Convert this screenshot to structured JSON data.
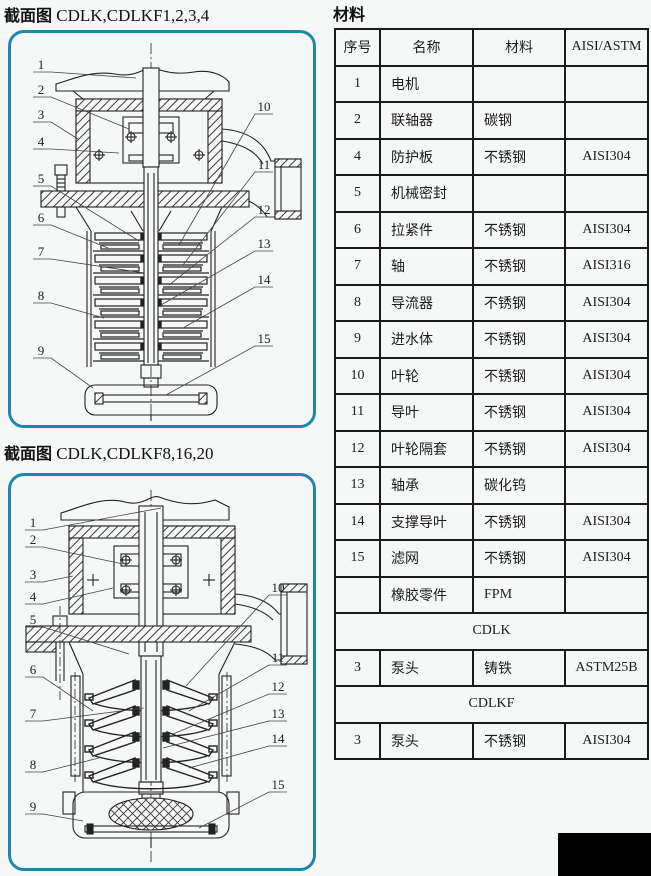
{
  "titles": {
    "section1_cn": "截面图",
    "section1_code": "CDLK,CDLKF1,2,3,4",
    "section2_cn": "截面图",
    "section2_code": "CDLK,CDLKF8,16,20",
    "materials_title": "材料"
  },
  "d1": {
    "callouts": [
      "1",
      "2",
      "3",
      "4",
      "5",
      "6",
      "7",
      "8",
      "9",
      "10",
      "11",
      "12",
      "13",
      "14",
      "15"
    ]
  },
  "d2": {
    "callouts": [
      "1",
      "2",
      "3",
      "4",
      "5",
      "6",
      "7",
      "8",
      "9",
      "10",
      "11",
      "12",
      "13",
      "14",
      "15"
    ]
  },
  "materials_table": {
    "headers": [
      "序号",
      "名称",
      "材料",
      "AISI/ASTM"
    ],
    "rows": [
      {
        "no": "1",
        "name": "电机",
        "material": "",
        "aisi": ""
      },
      {
        "no": "2",
        "name": "联轴器",
        "material": "碳钢",
        "aisi": ""
      },
      {
        "no": "4",
        "name": "防护板",
        "material": "不锈钢",
        "aisi": "AISI304"
      },
      {
        "no": "5",
        "name": "机械密封",
        "material": "",
        "aisi": ""
      },
      {
        "no": "6",
        "name": "拉紧件",
        "material": "不锈钢",
        "aisi": "AISI304"
      },
      {
        "no": "7",
        "name": "轴",
        "material": "不锈钢",
        "aisi": "AISI316"
      },
      {
        "no": "8",
        "name": "导流器",
        "material": "不锈钢",
        "aisi": "AISI304"
      },
      {
        "no": "9",
        "name": "进水体",
        "material": "不锈钢",
        "aisi": "AISI304"
      },
      {
        "no": "10",
        "name": "叶轮",
        "material": "不锈钢",
        "aisi": "AISI304"
      },
      {
        "no": "11",
        "name": "导叶",
        "material": "不锈钢",
        "aisi": "AISI304"
      },
      {
        "no": "12",
        "name": "叶轮隔套",
        "material": "不锈钢",
        "aisi": "AISI304"
      },
      {
        "no": "13",
        "name": "轴承",
        "material": "碳化钨",
        "aisi": ""
      },
      {
        "no": "14",
        "name": "支撑导叶",
        "material": "不锈钢",
        "aisi": "AISI304"
      },
      {
        "no": "15",
        "name": "滤网",
        "material": "不锈钢",
        "aisi": "AISI304"
      },
      {
        "no": "",
        "name": "橡胶零件",
        "material": "FPM",
        "aisi": ""
      }
    ],
    "group1_label": "CDLK",
    "group1_row": {
      "no": "3",
      "name": "泵头",
      "material": "铸铁",
      "aisi": "ASTM25B"
    },
    "group2_label": "CDLKF",
    "group2_row": {
      "no": "3",
      "name": "泵头",
      "material": "不锈钢",
      "aisi": "AISI304"
    }
  },
  "colors": {
    "accent_border": "#1e87ab",
    "corner_block": "#000000"
  }
}
